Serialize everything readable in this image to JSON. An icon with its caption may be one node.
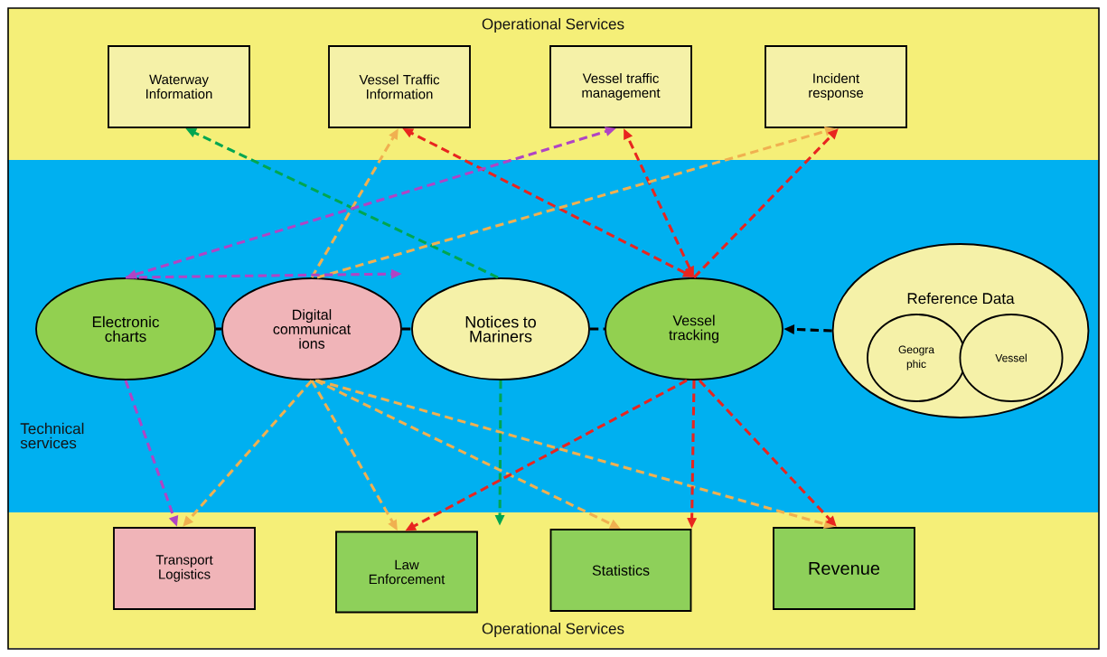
{
  "diagram": {
    "nodes": [
      {
        "text": [
          "Operational Services"
        ]
      },
      {
        "text": [
          "Waterway Information"
        ],
        "in": 0
      },
      {
        "text": [
          "Vessel Traffic Information"
        ],
        "in": 0
      },
      {
        "text": [
          "Vessel traffic management"
        ],
        "in": 0
      },
      {
        "text": [
          "Incident response"
        ],
        "in": 0
      },
      {
        "text": [
          "Technical services"
        ]
      },
      {
        "text": [
          "Electronic charts"
        ],
        "in": 5
      },
      {
        "text": [
          "Digital communicat ions"
        ],
        "in": 5
      },
      {
        "text": [
          "Notices to Mariners"
        ],
        "in": 5
      },
      {
        "text": [
          "Vessel tracking"
        ],
        "in": 5
      },
      {
        "text": [
          "Reference Data"
        ],
        "in": 5
      },
      {
        "text": [
          "Geogra phic"
        ],
        "in": 10
      },
      {
        "text": [
          "Vessel"
        ],
        "in": 10
      },
      {
        "text": [
          "Operational Services"
        ]
      },
      {
        "text": [
          "Transport Logistics"
        ],
        "in": 13
      },
      {
        "text": [
          "Law Enforcement"
        ],
        "in": 13
      },
      {
        "text": [
          "Statistics"
        ],
        "in": 13
      },
      {
        "text": [
          "Revenue"
        ],
        "in": 13
      }
    ],
    "edges": [
      {
        "from": 8,
        "to": 1,
        "arrow": "to",
        "style": "dashed",
        "color": "#00a651"
      },
      {
        "from": 7,
        "to": 2,
        "arrow": "to",
        "style": "dashed",
        "color": "#f0b050"
      },
      {
        "from": 9,
        "to": 2,
        "arrow": "both",
        "style": "dashed",
        "color": "#e8251f"
      },
      {
        "from": 6,
        "to": 3,
        "arrow": "both",
        "style": "dashed",
        "color": "#b044c4"
      },
      {
        "from": 9,
        "to": 3,
        "arrow": "both",
        "style": "dashed",
        "color": "#e8251f"
      },
      {
        "from": 7,
        "to": 4,
        "arrow": "to",
        "style": "dashed",
        "color": "#f0b050"
      },
      {
        "from": 9,
        "to": 4,
        "arrow": "to",
        "style": "dashed",
        "color": "#e8251f"
      },
      {
        "from": 6,
        "to": null,
        "arrow": "to",
        "style": "dashed",
        "color": "#b044c4"
      },
      {
        "from": 6,
        "to": 7,
        "arrow": "none",
        "style": "dashed",
        "color": "#000000"
      },
      {
        "from": 7,
        "to": 8,
        "arrow": "none",
        "style": "dashed",
        "color": "#000000"
      },
      {
        "from": 8,
        "to": 9,
        "arrow": "none",
        "style": "dashed",
        "color": "#000000"
      },
      {
        "from": 10,
        "to": 9,
        "arrow": "to",
        "style": "dashed",
        "color": "#000000"
      },
      {
        "from": 6,
        "to": 14,
        "arrow": "to",
        "style": "dashed",
        "color": "#b044c4"
      },
      {
        "from": 7,
        "to": 14,
        "arrow": "to",
        "style": "dashed",
        "color": "#f0b050"
      },
      {
        "from": 7,
        "to": 15,
        "arrow": "to",
        "style": "dashed",
        "color": "#f0b050"
      },
      {
        "from": 7,
        "to": 16,
        "arrow": "to",
        "style": "dashed",
        "color": "#f0b050"
      },
      {
        "from": 7,
        "to": 17,
        "arrow": "to",
        "style": "dashed",
        "color": "#f0b050"
      },
      {
        "from": 8,
        "to": 13,
        "arrow": "to",
        "style": "dashed",
        "color": "#00a651"
      },
      {
        "from": 9,
        "to": 15,
        "arrow": "to",
        "style": "dashed",
        "color": "#e8251f"
      },
      {
        "from": 9,
        "to": 16,
        "arrow": "to",
        "style": "dashed",
        "color": "#e8251f"
      },
      {
        "from": 9,
        "to": 17,
        "arrow": "to",
        "style": "dashed",
        "color": "#e8251f"
      }
    ]
  }
}
